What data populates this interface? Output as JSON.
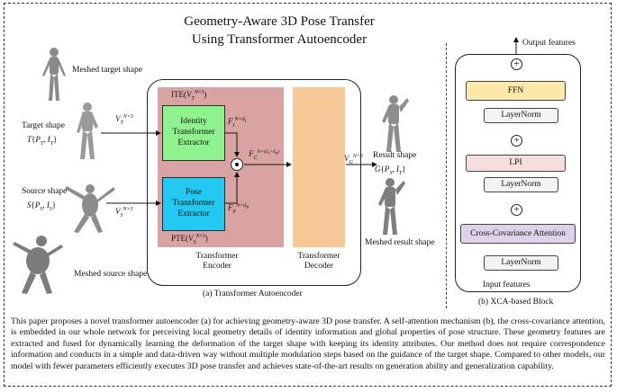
{
  "title_line1": "Geometry-Aware 3D Pose Transfer",
  "title_line2": "Using Transformer Autoencoder",
  "left": {
    "meshed_target": "Meshed target shape",
    "target_shape": "Target shape",
    "target_math": "T{P_T, I_T}",
    "source_shape": "Source shape",
    "source_math": "S{P_S, I_S}",
    "meshed_source": "Meshed source shape",
    "vt": "V_T^{N×3}",
    "vs": "V_S^{N×3}"
  },
  "encoder": {
    "ite_label": "ITE(V_T^{N×3})",
    "pte_label": "PTE(V_S^{N×3})",
    "ite_box_line1": "Identity",
    "ite_box_line2": "Transformer",
    "ite_box_line3": "Extractor",
    "pte_box_line1": "Pose",
    "pte_box_line2": "Transformer",
    "pte_box_line3": "Extractor",
    "fi": "F_I^{N×d_I}",
    "fp": "F_P^{N×d_P}",
    "fc": "F_C^{N×(d_I+d_P)}",
    "name_line1": "Transformer",
    "name_line2": "Encoder"
  },
  "decoder": {
    "name_line1": "Transformer",
    "name_line2": "Decoder",
    "vg": "V_G^{N×3}"
  },
  "right": {
    "result_shape": "Result shape",
    "result_math": "G{P_S, I_T}",
    "meshed_result": "Meshed result shape"
  },
  "caption_a": "(a) Transformer Autoencoder",
  "xca": {
    "output": "Output features",
    "ffn": "FFN",
    "layernorm": "LayerNorm",
    "lpi": "LPI",
    "cca": "Cross-Covariance Attention",
    "input": "Input features",
    "plus": "+",
    "caption_b": "(b) XCA-based Block"
  },
  "caption": "This paper proposes a novel transformer autoencoder (a) for achieving geometry-aware 3D pose transfer. A self-attention mechanism (b), the cross-covariance attention, is embedded in our whole network for perceiving local geometry details of identity information and global properties of pose structure. These geometry features are extracted and fused for dynamically learning the deformation of the target shape with keeping its identity attributes. Our method does not require correspondence information and conducts in a simple and data-driven way without multiple modulation steps based on the guidance of the target shape. Compared to other models, our model with fewer parameters efficiently executes 3D pose transfer and achieves state-of-the-art results on generation ability and generalization capability."
}
